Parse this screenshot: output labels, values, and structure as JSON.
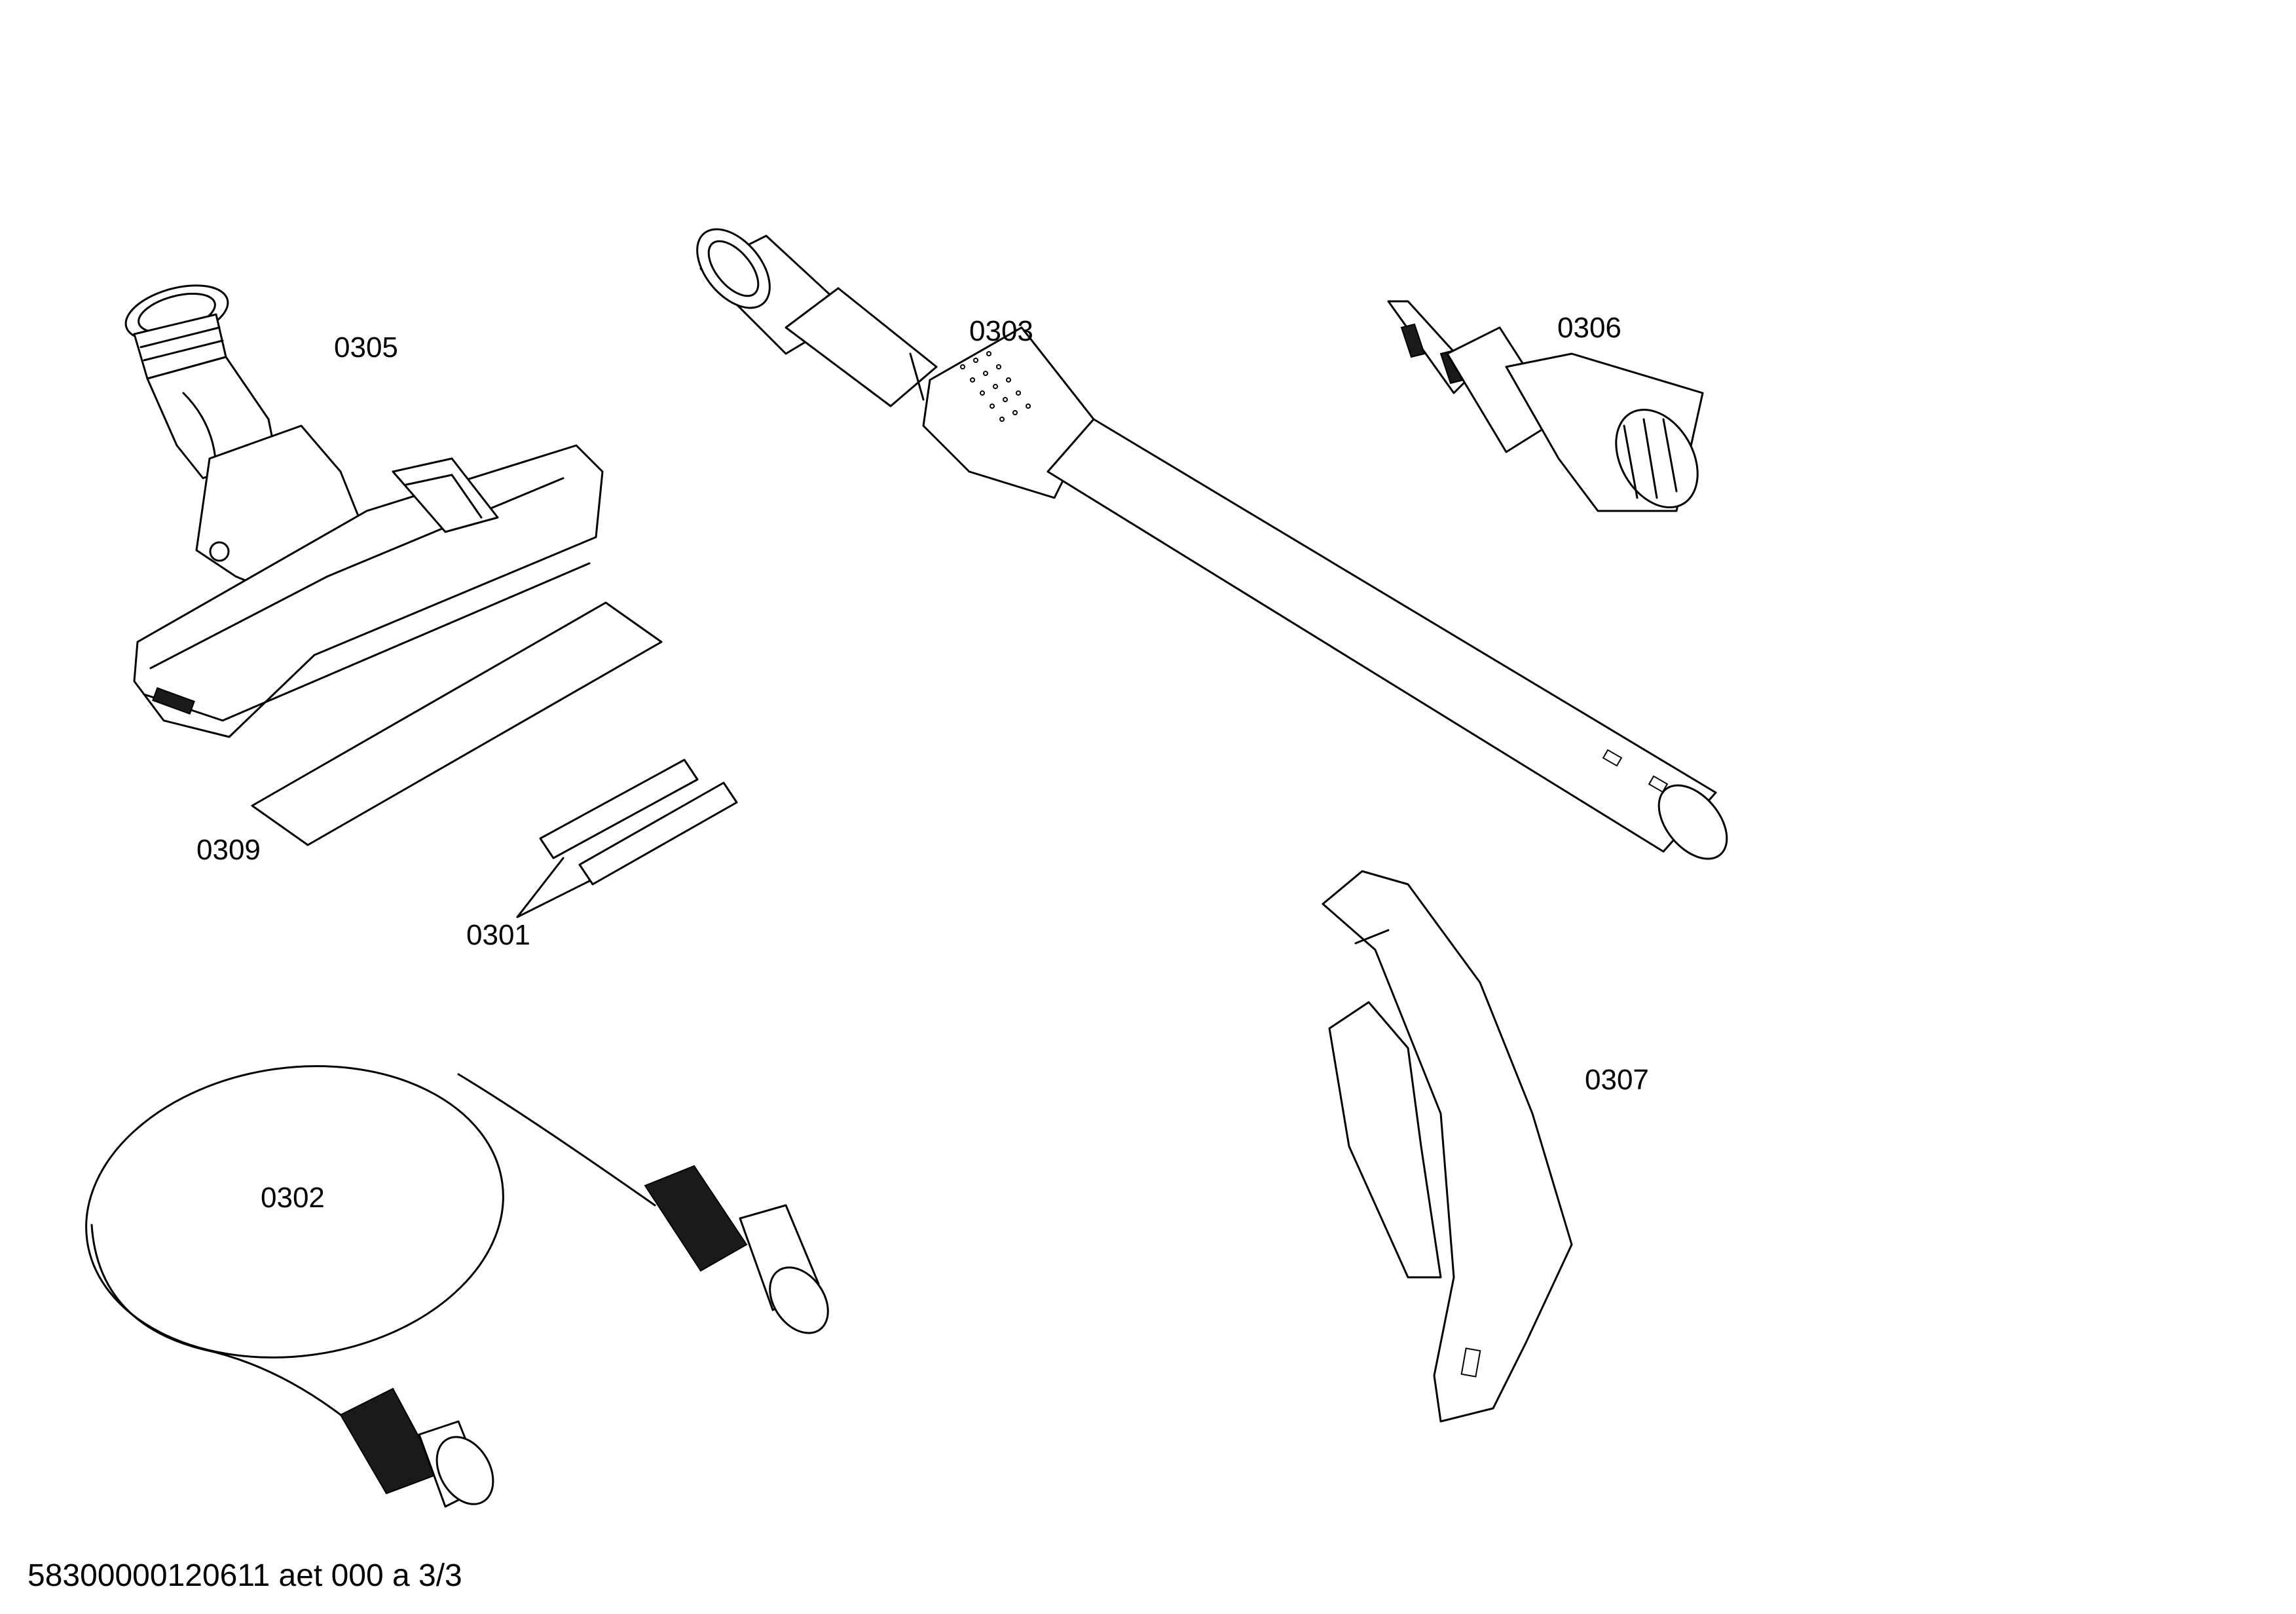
{
  "labels": {
    "p0305": "0305",
    "p0303": "0303",
    "p0306": "0306",
    "p0309": "0309",
    "p0301": "0301",
    "p0302": "0302",
    "p0307": "0307"
  },
  "footer": {
    "document_id": "58300000120611 aet 000 a 3/3"
  },
  "icons": {
    "floor_nozzle": "floor-nozzle-icon",
    "telescopic_tube": "telescopic-tube-icon",
    "crevice_tool": "crevice-tool-icon",
    "hose": "hose-icon",
    "handle": "hose-handle-icon",
    "strips": "felt-strip-icon"
  }
}
